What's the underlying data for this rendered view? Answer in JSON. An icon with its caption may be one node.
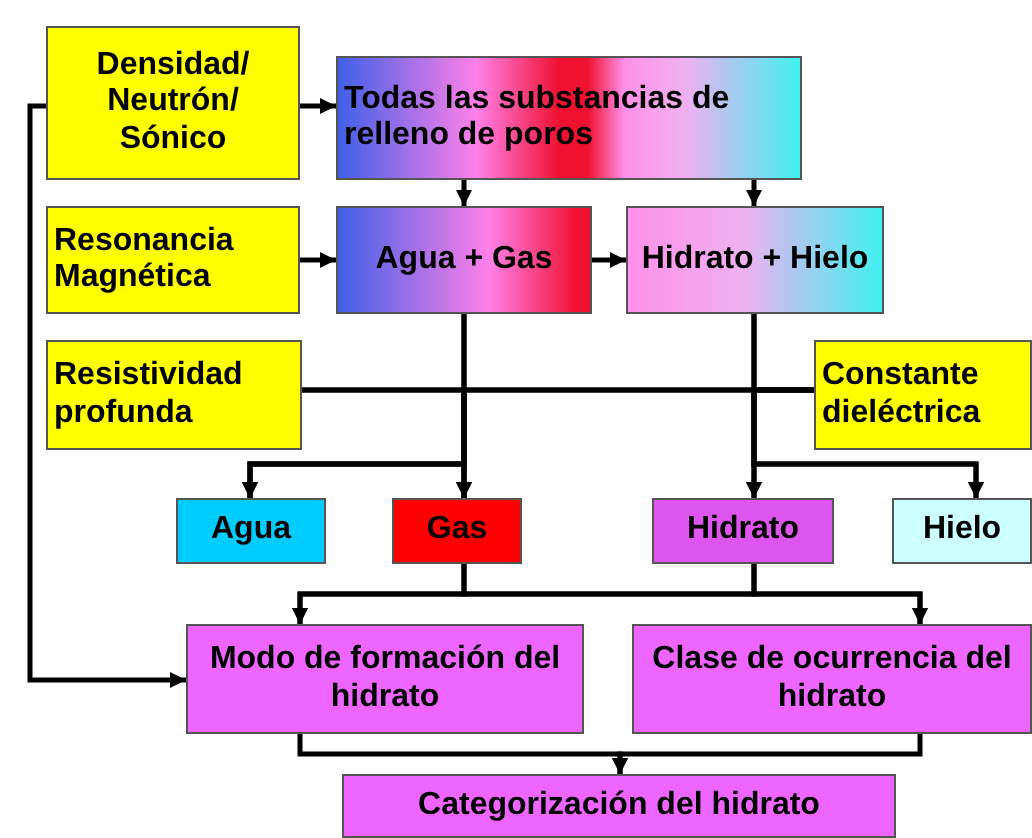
{
  "diagram": {
    "nodes": [
      {
        "text": [
          "Densidad/ Neutrón/ Sónico"
        ]
      },
      {
        "text": [
          "Todas las substancias de relleno de poros"
        ]
      },
      {
        "text": [
          "Resonancia Magnética"
        ]
      },
      {
        "text": [
          "Agua + Gas"
        ]
      },
      {
        "text": [
          "Hidrato + Hielo"
        ]
      },
      {
        "text": [
          "Resistividad profunda"
        ]
      },
      {
        "text": [
          "Constante dieléctrica"
        ]
      },
      {
        "text": [
          "Agua"
        ]
      },
      {
        "text": [
          "Gas"
        ]
      },
      {
        "text": [
          "Hidrato"
        ]
      },
      {
        "text": [
          "Hielo"
        ]
      },
      {
        "text": [
          "Modo de formación del hidrato"
        ]
      },
      {
        "text": [
          "Clase de ocurrencia del hidrato"
        ]
      },
      {
        "text": [
          "Categorización del hidrato"
        ]
      }
    ],
    "edges": [
      {
        "from": 0,
        "to": 1,
        "arrow": "to"
      },
      {
        "from": 1,
        "to": 3,
        "arrow": "to"
      },
      {
        "from": 1,
        "to": 4,
        "arrow": "to"
      },
      {
        "from": 2,
        "to": 3,
        "arrow": "to"
      },
      {
        "from": 3,
        "to": 4,
        "arrow": "to"
      },
      {
        "from": 3,
        "to": 7,
        "arrow": "to"
      },
      {
        "from": 3,
        "to": 8,
        "arrow": "to"
      },
      {
        "from": 5,
        "to": 7,
        "arrow": "to"
      },
      {
        "from": 5,
        "to": 8,
        "arrow": "to"
      },
      {
        "from": 6,
        "to": 7,
        "arrow": "to"
      },
      {
        "from": 6,
        "to": 8,
        "arrow": "to"
      },
      {
        "from": 6,
        "to": 9,
        "arrow": "to"
      },
      {
        "from": 6,
        "to": 10,
        "arrow": "to"
      },
      {
        "from": 4,
        "to": 9,
        "arrow": "to"
      },
      {
        "from": 4,
        "to": 10,
        "arrow": "to"
      },
      {
        "from": 8,
        "to": 11,
        "arrow": "to"
      },
      {
        "from": 8,
        "to": 12,
        "arrow": "to"
      },
      {
        "from": 9,
        "to": 11,
        "arrow": "to"
      },
      {
        "from": 9,
        "to": 12,
        "arrow": "to"
      },
      {
        "from": 0,
        "to": 11,
        "arrow": "to"
      },
      {
        "from": 11,
        "to": 13,
        "arrow": "to"
      },
      {
        "from": 12,
        "to": 13,
        "arrow": "to"
      }
    ]
  }
}
